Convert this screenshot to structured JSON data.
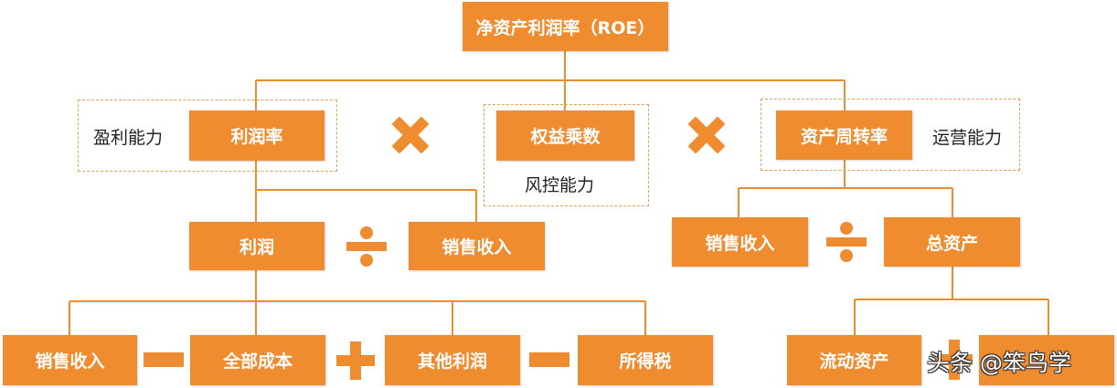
{
  "colors": {
    "box": "#F08C30",
    "line": "#F08C30",
    "dash": "#E0A060",
    "operator": "#F08C30"
  },
  "nodes": {
    "roe": "净资产利润率（ROE）",
    "profit_margin": "利润率",
    "equity_multiplier": "权益乘数",
    "asset_turnover": "资产周转率",
    "profit": "利润",
    "sales_revenue_a": "销售收入",
    "sales_revenue_b": "销售收入",
    "total_assets": "总资产",
    "sales_revenue_c": "销售收入",
    "total_cost": "全部成本",
    "other_profit": "其他利润",
    "income_tax": "所得税",
    "current_assets": "流动资产",
    "partial_box": ""
  },
  "labels": {
    "profitability": "盈利能力",
    "risk_control": "风控能力",
    "operation": "运营能力"
  },
  "operators": [
    "multiply-icon",
    "multiply-icon",
    "divide-icon",
    "divide-icon",
    "minus-icon",
    "plus-icon",
    "minus-icon",
    "plus-icon"
  ],
  "watermark": "头条 @笨鸟学"
}
